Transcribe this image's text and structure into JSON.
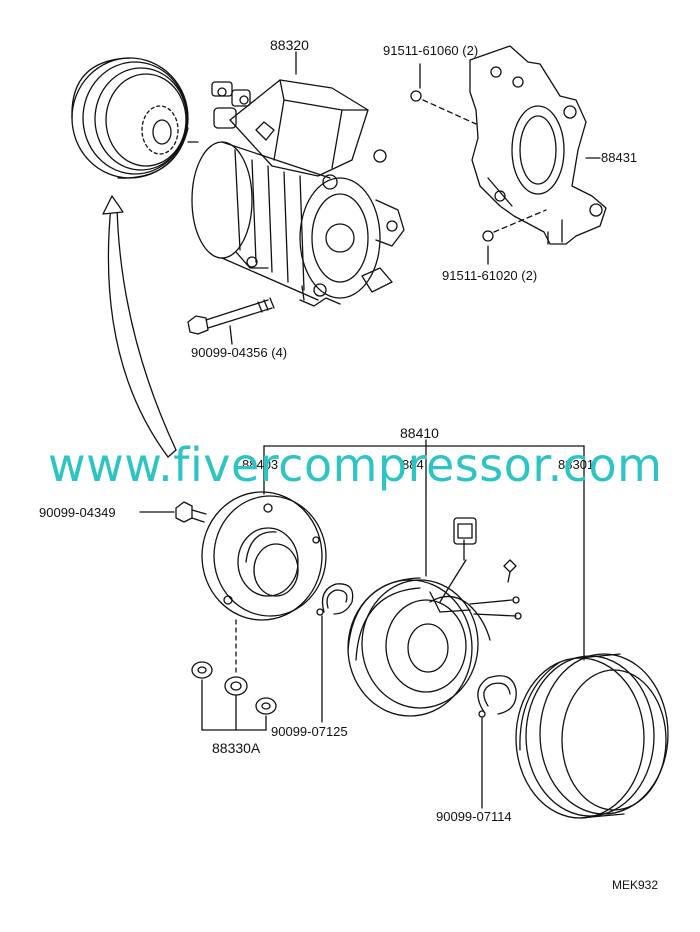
{
  "labels": {
    "compressor": "88320",
    "bolt_91511_61060": "91511-61060 (2)",
    "bracket": "88431",
    "bolt_91511_61020": "91511-61020 (2)",
    "bolt_90099_04356": "90099-04356 (4)",
    "clutch_assy": "88410",
    "pressure_plate": "88403",
    "stator": "884",
    "pulley": "88301",
    "bolt_90099_04349": "90099-04349",
    "snap_ring_07125": "90099-07125",
    "shims": "88330A",
    "snap_ring_07114": "90099-07114",
    "drawing_code": "MEK932"
  },
  "watermark": "www.fivercompressor.com",
  "colors": {
    "line": "#111111",
    "watermark": "#2ec4c4",
    "background": "#ffffff"
  }
}
